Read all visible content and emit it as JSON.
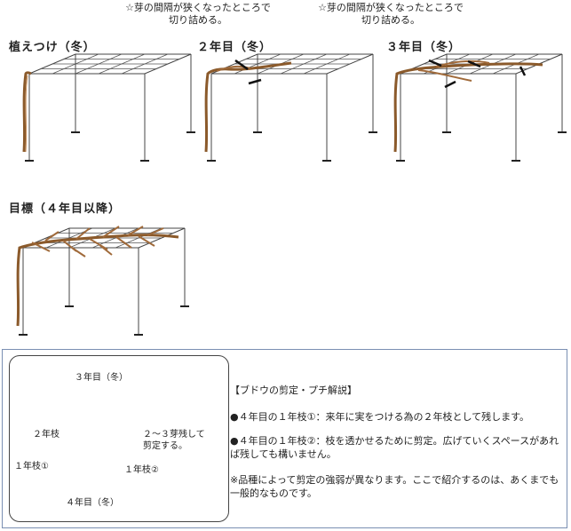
{
  "notes": [
    {
      "line1": "☆芽の間隔が狭くなったところで",
      "line2": "切り詰める。"
    },
    {
      "line1": "☆芽の間隔が狭くなったところで",
      "line2": "切り詰める。"
    }
  ],
  "stages": [
    {
      "label": "植えつけ（冬）"
    },
    {
      "label": "２年目（冬）"
    },
    {
      "label": "３年目（冬）"
    },
    {
      "label": "目標（４年目以降）"
    }
  ],
  "explanation": {
    "title": "【ブドウの剪定・プチ解説】",
    "point1": "●４年目の１年枝①：来年に実をつける為の２年枝として残します。",
    "point2": "●４年目の１年枝②：枝を透かせるために剪定。広げていくスペースがあれば残しても構いません。",
    "point3": "※品種によって剪定の強弱が異なります。ここで紹介するのは、あくまでも一般的なものです。"
  },
  "inset": {
    "year3_label": "３年目（冬）",
    "callout": "２～３芽残して剪定する。",
    "branch2_label": "２年枝",
    "branch1a_label": "１年枝①",
    "branch1b_label": "１年枝②",
    "year4_label": "４年目（冬）"
  }
}
